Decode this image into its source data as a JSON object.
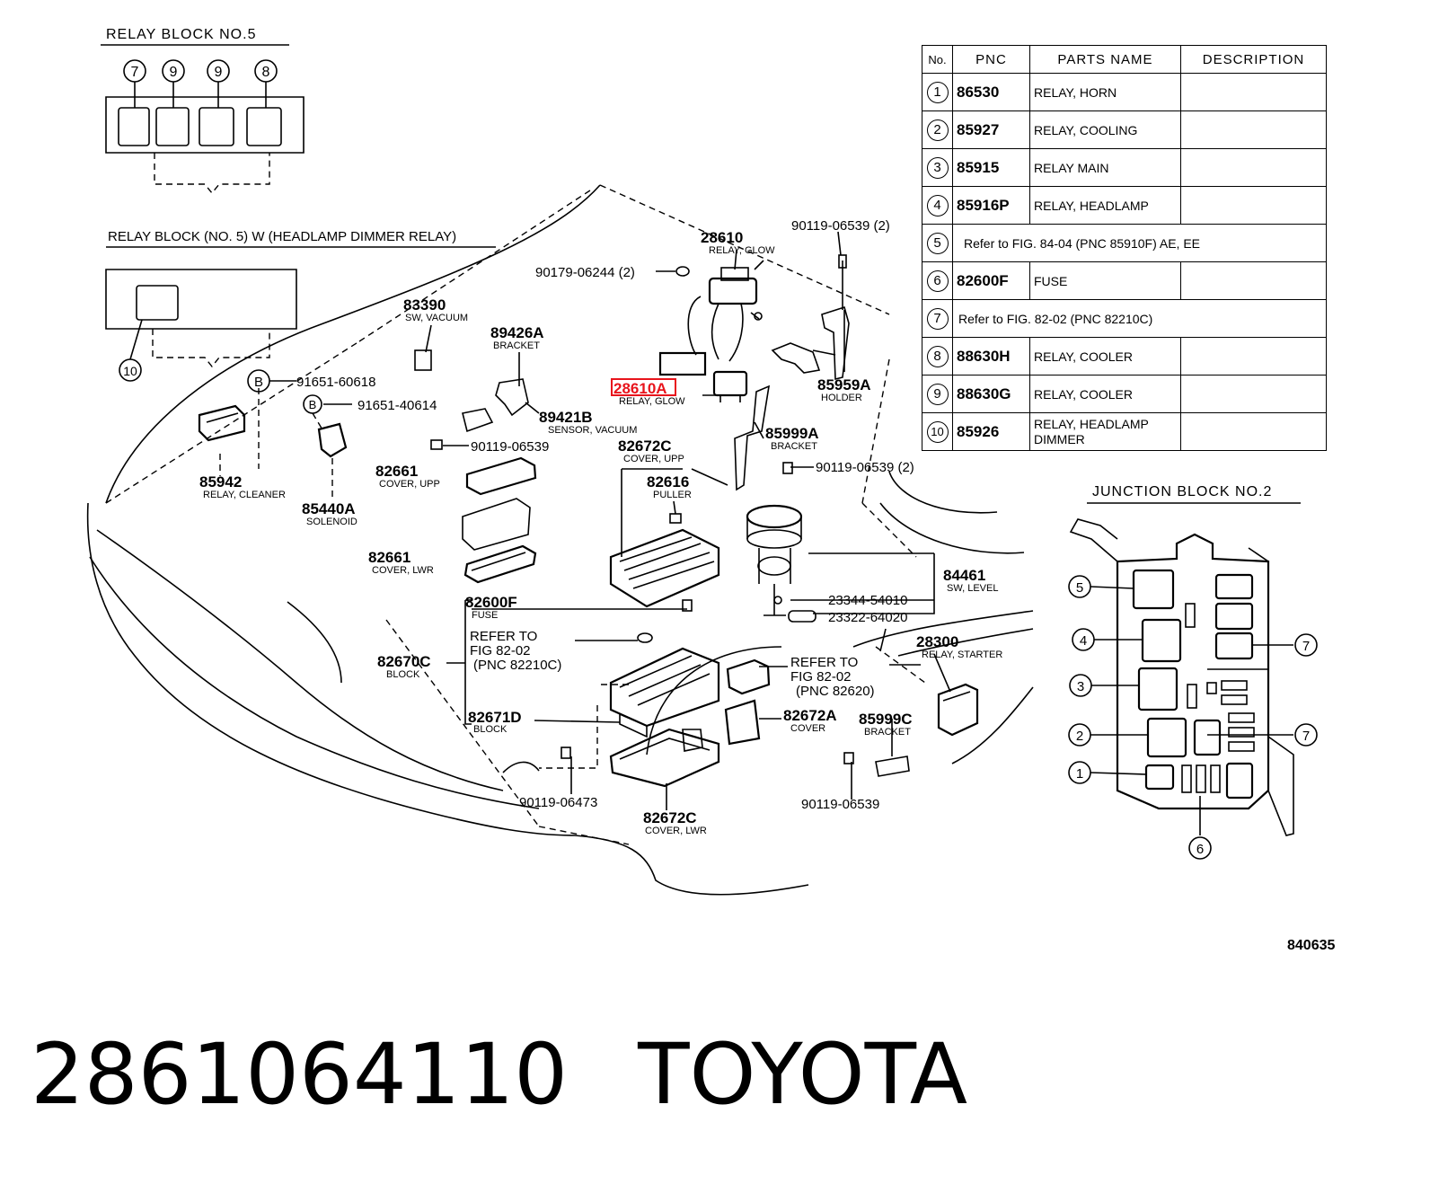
{
  "labels": {
    "relay_block_5": "RELAY BLOCK NO.5",
    "relay_block_5w": "RELAY BLOCK (NO. 5) W (HEADLAMP DIMMER RELAY)",
    "junction_block_2": "JUNCTION BLOCK NO.2"
  },
  "relay_block_numbers": [
    "7",
    "9",
    "9",
    "8"
  ],
  "callouts": {
    "c28610": {
      "pnc": "28610",
      "name": "RELAY, GLOW"
    },
    "c28610a": {
      "pnc": "28610A",
      "name": "RELAY, GLOW"
    },
    "c83390": {
      "pnc": "83390",
      "name": "SW, VACUUM"
    },
    "c89426a": {
      "pnc": "89426A",
      "name": "BRACKET"
    },
    "c89421b": {
      "pnc": "89421B",
      "name": "SENSOR, VACUUM"
    },
    "c85942": {
      "pnc": "85942",
      "name": "RELAY, CLEANER"
    },
    "c85440a": {
      "pnc": "85440A",
      "name": "SOLENOID"
    },
    "c82661u": {
      "pnc": "82661",
      "name": "COVER, UPP"
    },
    "c82661l": {
      "pnc": "82661",
      "name": "COVER, LWR"
    },
    "c82672cu": {
      "pnc": "82672C",
      "name": "COVER, UPP"
    },
    "c82616": {
      "pnc": "82616",
      "name": "PULLER"
    },
    "c85999a": {
      "pnc": "85999A",
      "name": "BRACKET"
    },
    "c85959a": {
      "pnc": "85959A",
      "name": "HOLDER"
    },
    "c84461": {
      "pnc": "84461",
      "name": "SW, LEVEL"
    },
    "c82600f": {
      "pnc": "82600F",
      "name": "FUSE"
    },
    "c82670c": {
      "pnc": "82670C",
      "name": "BLOCK"
    },
    "c82671d": {
      "pnc": "82671D",
      "name": "BLOCK"
    },
    "c28300": {
      "pnc": "28300",
      "name": "RELAY, STARTER"
    },
    "c82672a": {
      "pnc": "82672A",
      "name": "COVER"
    },
    "c85999c": {
      "pnc": "85999C",
      "name": "BRACKET"
    },
    "c82672cl": {
      "pnc": "82672C",
      "name": "COVER, LWR"
    }
  },
  "fasteners": {
    "f90119_top": "90119-06539 (2)",
    "f90179": "90179-06244 (2)",
    "f91651_60618": "91651-60618",
    "f91651_40614": "91651-40614",
    "f90119_mid": "90119-06539",
    "f90119_right": "90119-06539 (2)",
    "f23344": "23344-54010",
    "f23322": "23322-64020",
    "f90119_06473": "90119-06473",
    "f90119_bottom": "90119-06539"
  },
  "refs": {
    "refer1": [
      "REFER TO",
      "FIG 82-02",
      "(PNC 82210C)"
    ],
    "refer2": [
      "REFER TO",
      "FIG 82-02",
      "(PNC 82620)"
    ]
  },
  "table": {
    "headers": [
      "No.",
      "PNC",
      "PARTS NAME",
      "DESCRIPTION"
    ],
    "rows": [
      {
        "no": "1",
        "pnc": "86530",
        "name": "RELAY, HORN",
        "desc": ""
      },
      {
        "no": "2",
        "pnc": "85927",
        "name": "RELAY, COOLING",
        "desc": ""
      },
      {
        "no": "3",
        "pnc": "85915",
        "name": "RELAY MAIN",
        "desc": ""
      },
      {
        "no": "4",
        "pnc": "85916P",
        "name": "RELAY, HEADLAMP",
        "desc": ""
      },
      {
        "no": "5",
        "span": "Refer to FIG. 84-04 (PNC 85910F) AE, EE"
      },
      {
        "no": "6",
        "pnc": "82600F",
        "name": "FUSE",
        "desc": ""
      },
      {
        "no": "7",
        "span": "Refer to FIG. 82-02 (PNC 82210C)"
      },
      {
        "no": "8",
        "pnc": "88630H",
        "name": "RELAY, COOLER",
        "desc": ""
      },
      {
        "no": "9",
        "pnc": "88630G",
        "name": "RELAY, COOLER",
        "desc": ""
      },
      {
        "no": "10",
        "pnc": "85926",
        "name": "RELAY, HEADLAMP",
        "name2": "DIMMER",
        "desc": ""
      }
    ]
  },
  "junction_numbers": {
    "n5": "5",
    "n4": "4",
    "n3": "3",
    "n2": "2",
    "n1": "1",
    "n6": "6",
    "n7a": "7",
    "n7b": "7"
  },
  "relay_w_number": "10",
  "b_mark": "B",
  "figure_code": "840635",
  "bottom": {
    "part_number": "2861064110",
    "brand": "TOYOTA"
  },
  "highlight_color": "#e8141c"
}
